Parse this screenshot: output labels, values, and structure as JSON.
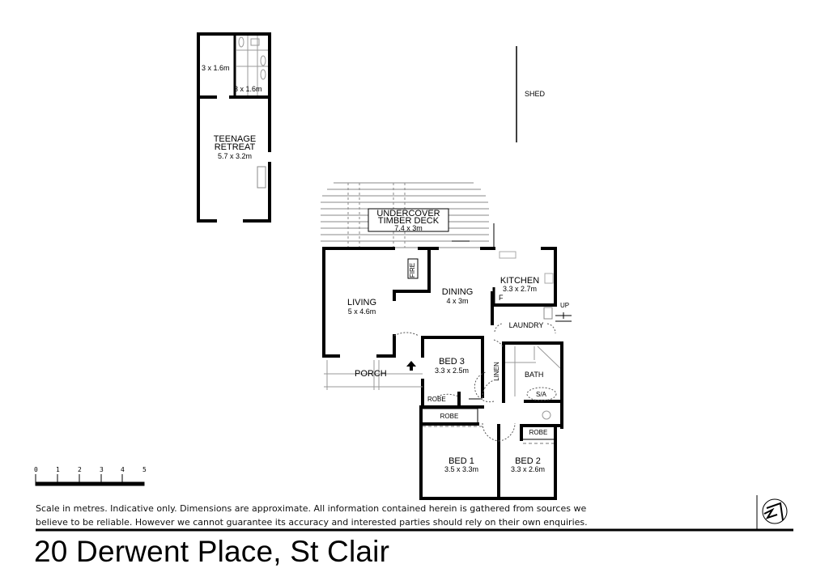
{
  "title": "20 Derwent Place, St Clair",
  "disclaimer": {
    "line1": "Scale in metres. Indicative only. Dimensions are approximate.  All information contained herein is gathered from sources we",
    "line2": "believe to be reliable. However we cannot guarantee its accuracy and interested parties should rely on their own enquiries."
  },
  "scale_bar": {
    "unit": "metres",
    "ticks": [
      "0",
      "1",
      "2",
      "3",
      "4",
      "5"
    ]
  },
  "compass": {
    "icon": "north-arrow-icon"
  },
  "outbuilding": {
    "room_a": {
      "dims": "3 x 1.6m"
    },
    "room_b": {
      "dims": "3 x 1.6m"
    },
    "teenage_retreat": {
      "name_line1": "TEENAGE",
      "name_line2": "RETREAT",
      "dims": "5.7 x 3.2m"
    }
  },
  "shed": {
    "name": "SHED"
  },
  "deck": {
    "name_line1": "UNDERCOVER",
    "name_line2": "TIMBER DECK",
    "dims": "7.4 x 3m"
  },
  "rooms": {
    "living": {
      "name": "LIVING",
      "dims": "5 x 4.6m"
    },
    "dining": {
      "name": "DINING",
      "dims": "4 x 3m"
    },
    "kitchen": {
      "name": "KITCHEN",
      "dims": "3.3 x 2.7m",
      "fridge_label": "F"
    },
    "laundry": {
      "name": "LAUNDRY"
    },
    "bed3": {
      "name": "BED 3",
      "dims": "3.3 x 2.5m"
    },
    "bed1": {
      "name": "BED 1",
      "dims": "3.5 x 3.3m"
    },
    "bed2": {
      "name": "BED 2",
      "dims": "3.3 x 2.6m"
    },
    "bath": {
      "name": "BATH",
      "spa_label": "S/A"
    },
    "linen": {
      "name": "LINEN"
    },
    "porch": {
      "name": "PORCH"
    },
    "robe_bed3": {
      "name": "ROBE"
    },
    "robe_bed1": {
      "name": "ROBE"
    },
    "robe_bed2": {
      "name": "ROBE"
    },
    "fire": {
      "name": "FIRE"
    },
    "stairs_up": {
      "name": "UP"
    }
  }
}
